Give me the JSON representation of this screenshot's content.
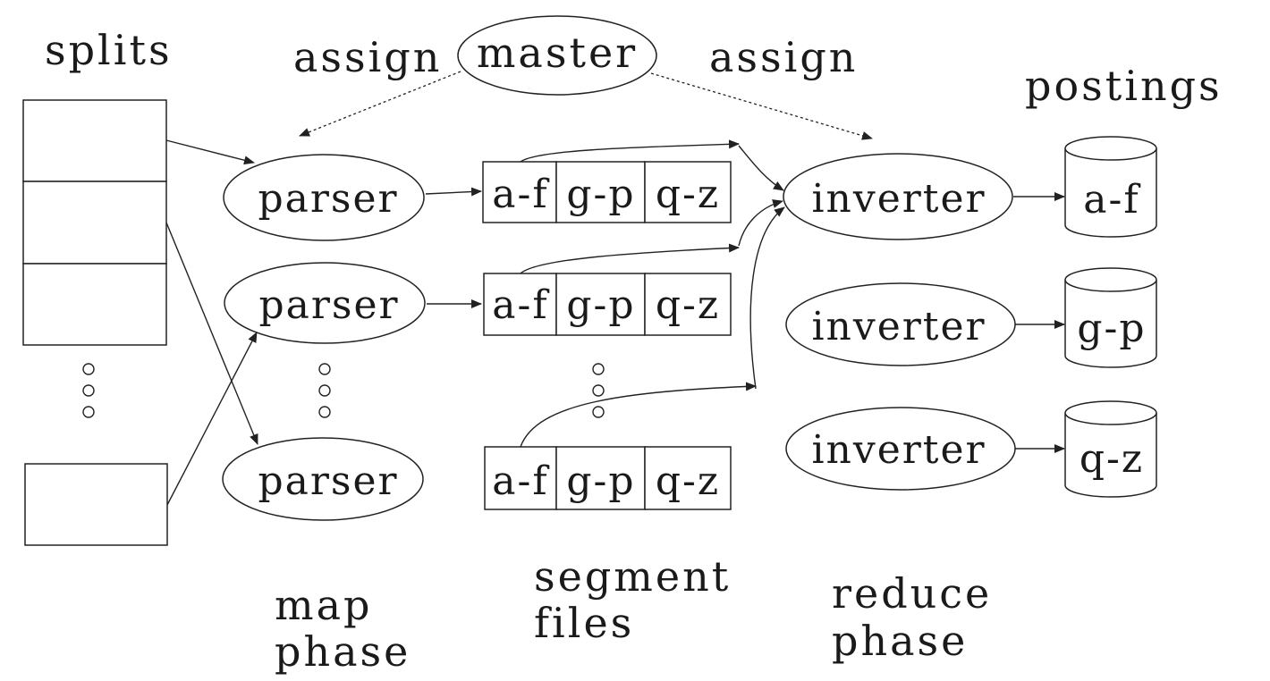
{
  "labels": {
    "splits": "splits",
    "master": "master",
    "assign_left": "assign",
    "assign_right": "assign",
    "postings": "postings",
    "map_phase_line1": "map",
    "map_phase_line2": "phase",
    "segment_files_line1": "segment",
    "segment_files_line2": "files",
    "reduce_phase_line1": "reduce",
    "reduce_phase_line2": "phase"
  },
  "parsers": [
    "parser",
    "parser",
    "parser"
  ],
  "segment_files": [
    [
      "a-f",
      "g-p",
      "q-z"
    ],
    [
      "a-f",
      "g-p",
      "q-z"
    ],
    [
      "a-f",
      "g-p",
      "q-z"
    ]
  ],
  "inverters": [
    "inverter",
    "inverter",
    "inverter"
  ],
  "postings": [
    "a-f",
    "g-p",
    "q-z"
  ]
}
